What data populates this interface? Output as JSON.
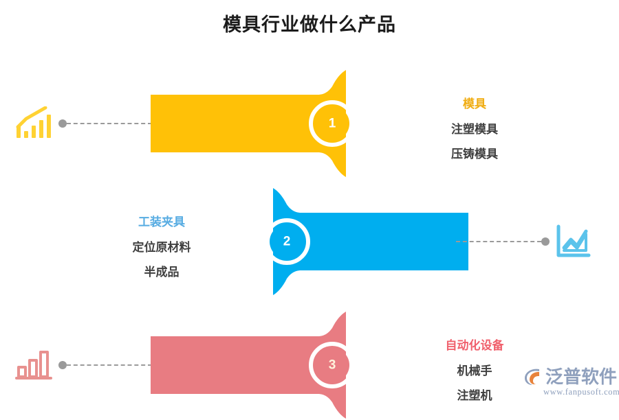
{
  "title": "模具行业做什么产品",
  "colors": {
    "row1": "#FFC107",
    "row2": "#00AEEF",
    "row3": "#E87C82",
    "connector": "#9a9a9a",
    "body_text": "#3f3f3f",
    "title_text": "#1b1b1b",
    "logo": "#8fa0bd",
    "logo_accent": "#e8833c"
  },
  "rows": [
    {
      "number": "1",
      "orientation": "head-right",
      "color": "#FFC107",
      "icon": "growth-bar-chart-icon",
      "heading": "模具",
      "items": [
        "注塑模具",
        "压铸模具"
      ]
    },
    {
      "number": "2",
      "orientation": "head-left",
      "color": "#00AEEF",
      "icon": "line-chart-icon",
      "heading": "工装夹具",
      "items": [
        "定位原材料",
        "半成品"
      ]
    },
    {
      "number": "3",
      "orientation": "head-right",
      "color": "#E87C82",
      "icon": "bar-chart-icon",
      "heading": "自动化设备",
      "items": [
        "机械手",
        "注塑机"
      ]
    }
  ],
  "logo": {
    "name": "泛普软件",
    "url": "www.fanpusoft.com"
  }
}
